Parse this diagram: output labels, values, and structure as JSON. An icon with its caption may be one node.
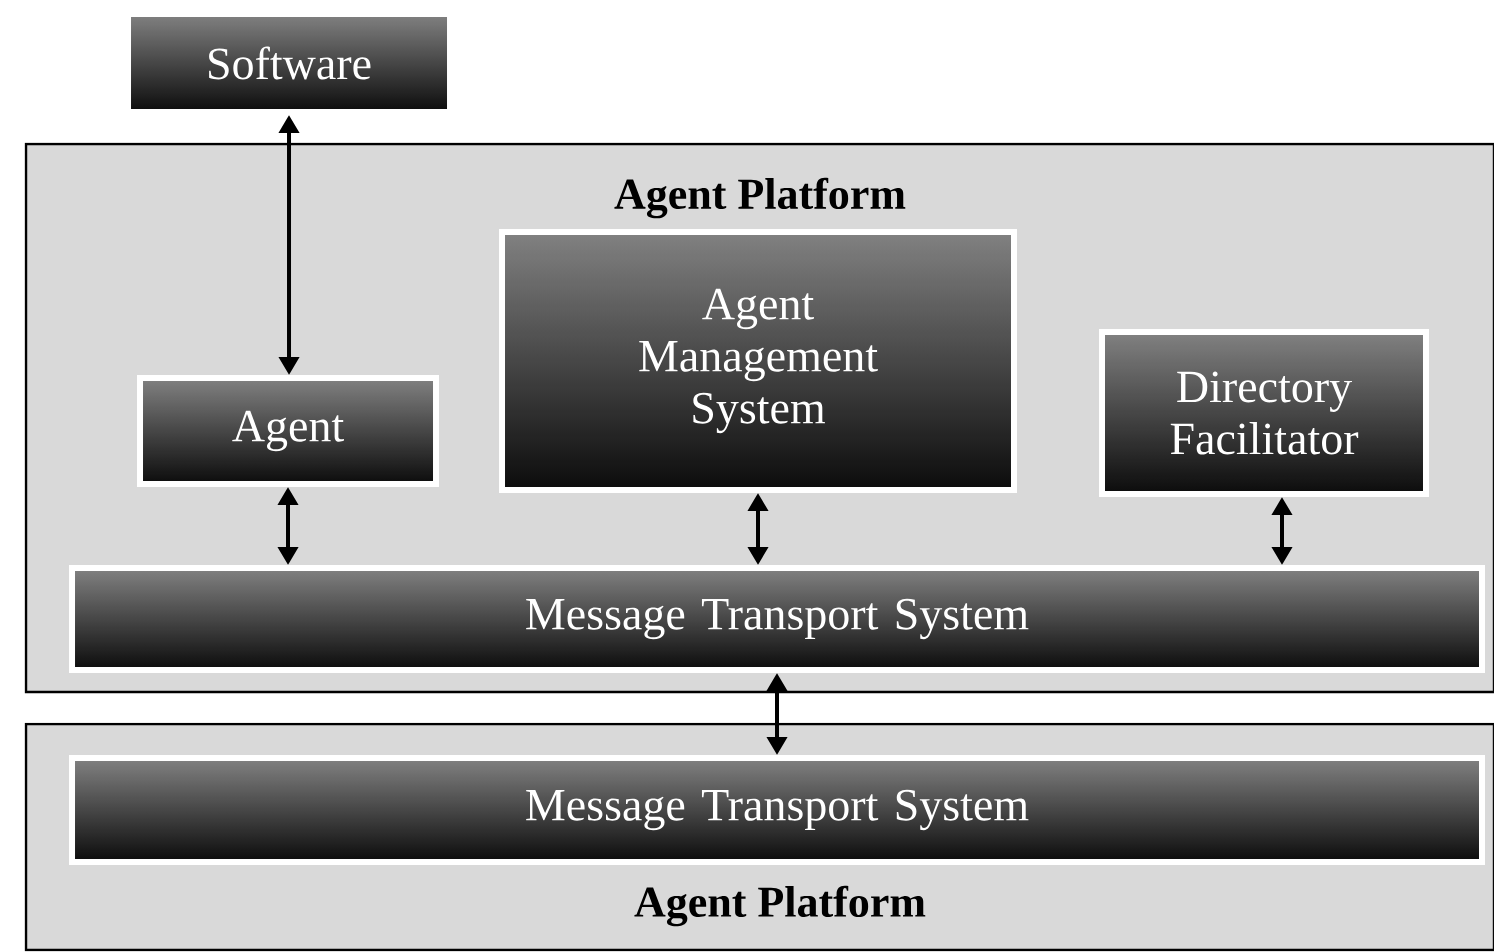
{
  "diagram": {
    "nodes": [
      {
        "text": [
          "Software"
        ]
      },
      {
        "text": [
          "Agent Platform"
        ]
      },
      {
        "text": [
          "Agent"
        ],
        "in": 1
      },
      {
        "text": [
          "Agent Management System"
        ],
        "in": 1
      },
      {
        "text": [
          "Directory Facilitator"
        ],
        "in": 1
      },
      {
        "text": [
          "Message Transport System"
        ],
        "in": 1
      },
      {
        "text": [
          "Agent Platform"
        ]
      },
      {
        "text": [
          "Message Transport System"
        ],
        "in": 6
      }
    ],
    "edges": [
      {
        "from": 0,
        "to": 2,
        "arrow": "both"
      },
      {
        "from": 2,
        "to": 5,
        "arrow": "both"
      },
      {
        "from": 3,
        "to": 5,
        "arrow": "both"
      },
      {
        "from": 4,
        "to": 5,
        "arrow": "both"
      },
      {
        "from": 5,
        "to": 7,
        "arrow": "both"
      }
    ]
  }
}
